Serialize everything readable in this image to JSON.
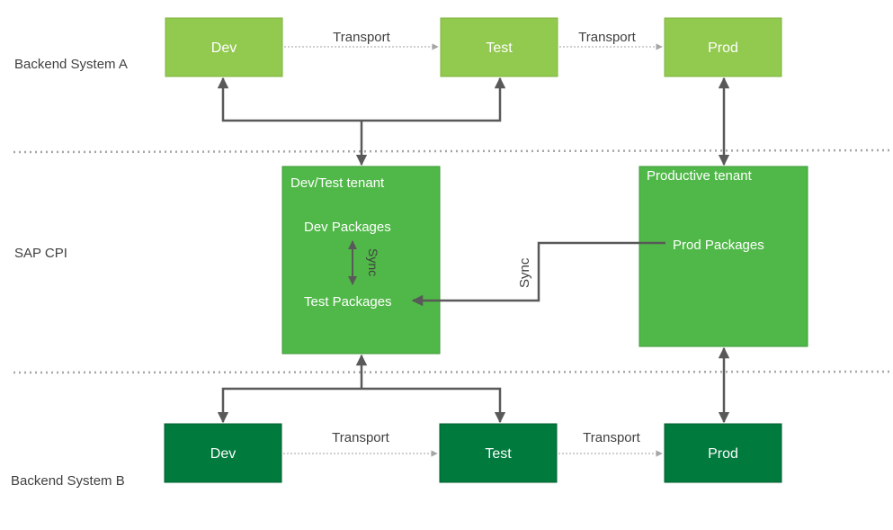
{
  "lanes": {
    "backend_a": "Backend System A",
    "sap_cpi": "SAP CPI",
    "backend_b": "Backend System B"
  },
  "backend_a": {
    "dev": "Dev",
    "test": "Test",
    "prod": "Prod",
    "transport_1": "Transport",
    "transport_2": "Transport"
  },
  "backend_b": {
    "dev": "Dev",
    "test": "Test",
    "prod": "Prod",
    "transport_1": "Transport",
    "transport_2": "Transport"
  },
  "devtest_tenant": {
    "title": "Dev/Test tenant",
    "dev_packages": "Dev Packages",
    "test_packages": "Test Packages",
    "sync": "Sync"
  },
  "productive_tenant": {
    "title": "Productive tenant",
    "prod_packages": "Prod Packages"
  },
  "cross_sync": "Sync",
  "colors": {
    "backend_a_fill": "#92c94f",
    "backend_a_border": "#7fb33d",
    "tenant_fill": "#50b848",
    "tenant_border": "#3e9a37",
    "backend_b_fill": "#007a3d",
    "backend_b_border": "#005e2e",
    "connector": "#595959",
    "separator": "#a6a6a6",
    "transport_line": "#bfbfbf"
  }
}
